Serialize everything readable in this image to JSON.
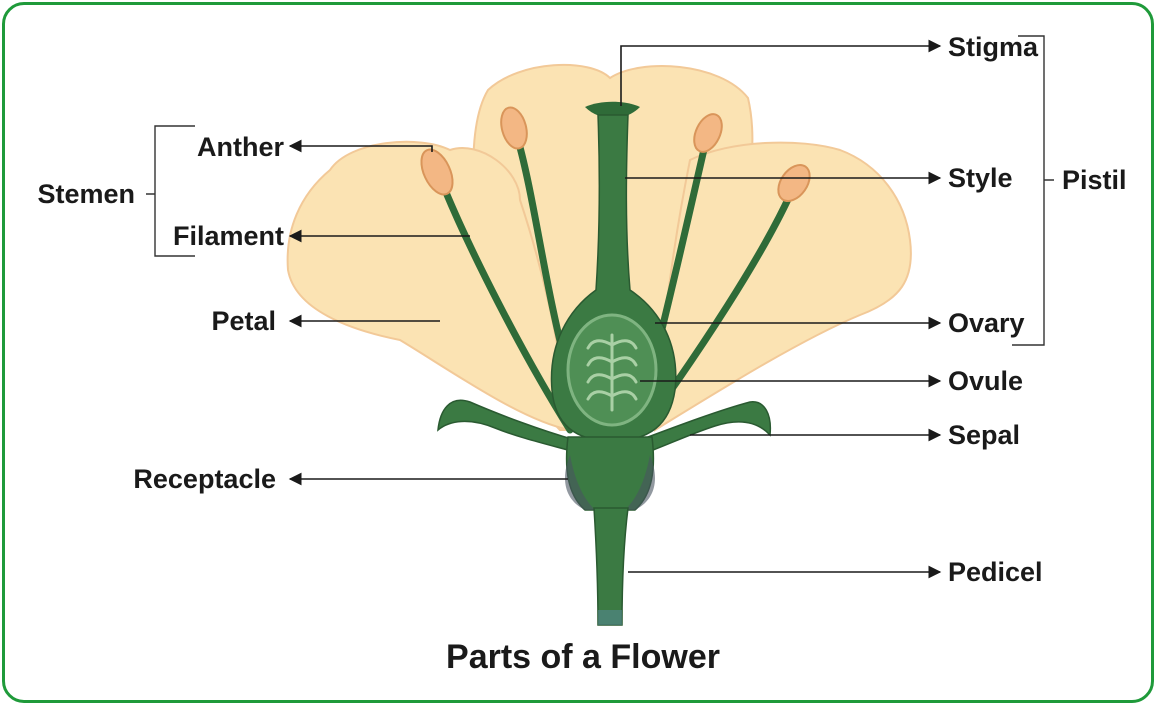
{
  "title": "Parts of a Flower",
  "labels": {
    "anther": "Anther",
    "stemen": "Stemen",
    "filament": "Filament",
    "petal": "Petal",
    "receptacle": "Receptacle",
    "stigma": "Stigma",
    "style": "Style",
    "pistil": "Pistil",
    "ovary": "Ovary",
    "ovule": "Ovule",
    "sepal": "Sepal",
    "pedicel": "Pedicel"
  },
  "colors": {
    "border": "#1f9a3a",
    "petal": "#fbe3b3",
    "petal_edge": "#f2c998",
    "green": "#3b7a43",
    "dark_green": "#2a5a31",
    "light_green": "#6fa770",
    "anther": "#f3b784",
    "text": "#1a1a1a"
  }
}
